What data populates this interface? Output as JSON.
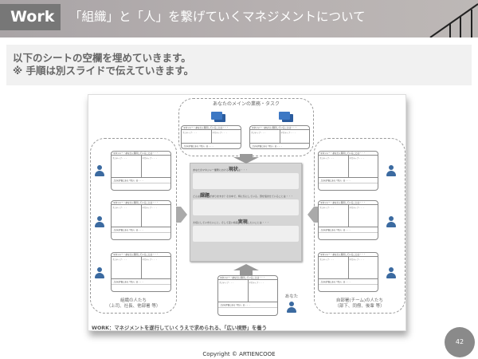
{
  "header": {
    "badge": "Work",
    "title": "「組織」と「人」を繋げていくマネジメントについて"
  },
  "instructions": {
    "line1": "以下のシートの空欄を埋めていきます。",
    "line2": "※ 手順は別スライドで伝えていきます。"
  },
  "sheet": {
    "top_group_title": "あなたのメインの業務・タスク",
    "card_header": "マネジャー・あなたに期待していることは・・・",
    "positive_label": "ポジティブ・・・",
    "negative_label": "ネガティブ・・・",
    "footer_label": "上記の評価にある「思い」は・・・",
    "center": {
      "s1_pre": "あなたのマネジャー業務における",
      "s1_key": "現状",
      "s1_post": "は・・・",
      "s2_pre": "どんな",
      "s2_key": "課題",
      "s2_post": "がありますか？その中で、特に気にしている、頭を悩ませていることは・・・",
      "s3_pre": "大切にしていきたいこと、そして近い将来",
      "s3_key": "実現",
      "s3_post": "したいことは・・・"
    },
    "left_group": {
      "title": "組織の人たち",
      "subtitle": "（上司、社長、他部署 等）"
    },
    "right_group": {
      "title": "自部署(チーム)の人たち",
      "subtitle": "（部下、同僚、後輩 等）"
    },
    "you_label": "あなた",
    "footer": "WORK：マネジメントを遂行していくうえで求められる、「広い視野」を養う"
  },
  "colors": {
    "accent": "#3b6aa0",
    "badge": "#777777"
  },
  "copyright": "Copyright © ARTIENCOOE",
  "page_number": "42"
}
